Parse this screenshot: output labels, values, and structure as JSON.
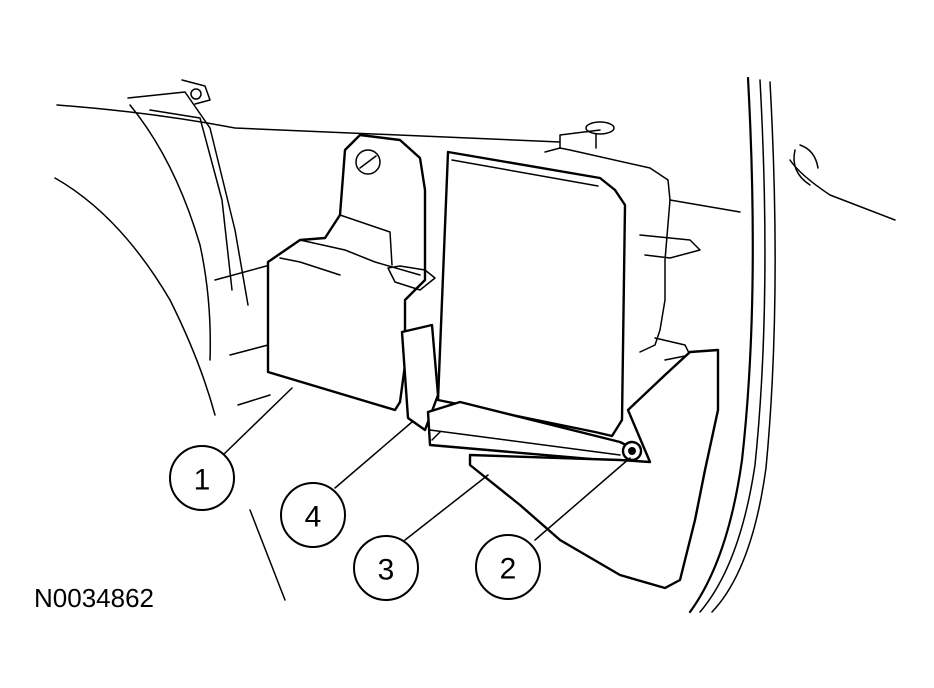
{
  "figure": {
    "id_label": "N0034862"
  },
  "callouts": [
    {
      "number": "1"
    },
    {
      "number": "4"
    },
    {
      "number": "3"
    },
    {
      "number": "2"
    }
  ],
  "colors": {
    "line": "#000000",
    "background": "#ffffff"
  }
}
